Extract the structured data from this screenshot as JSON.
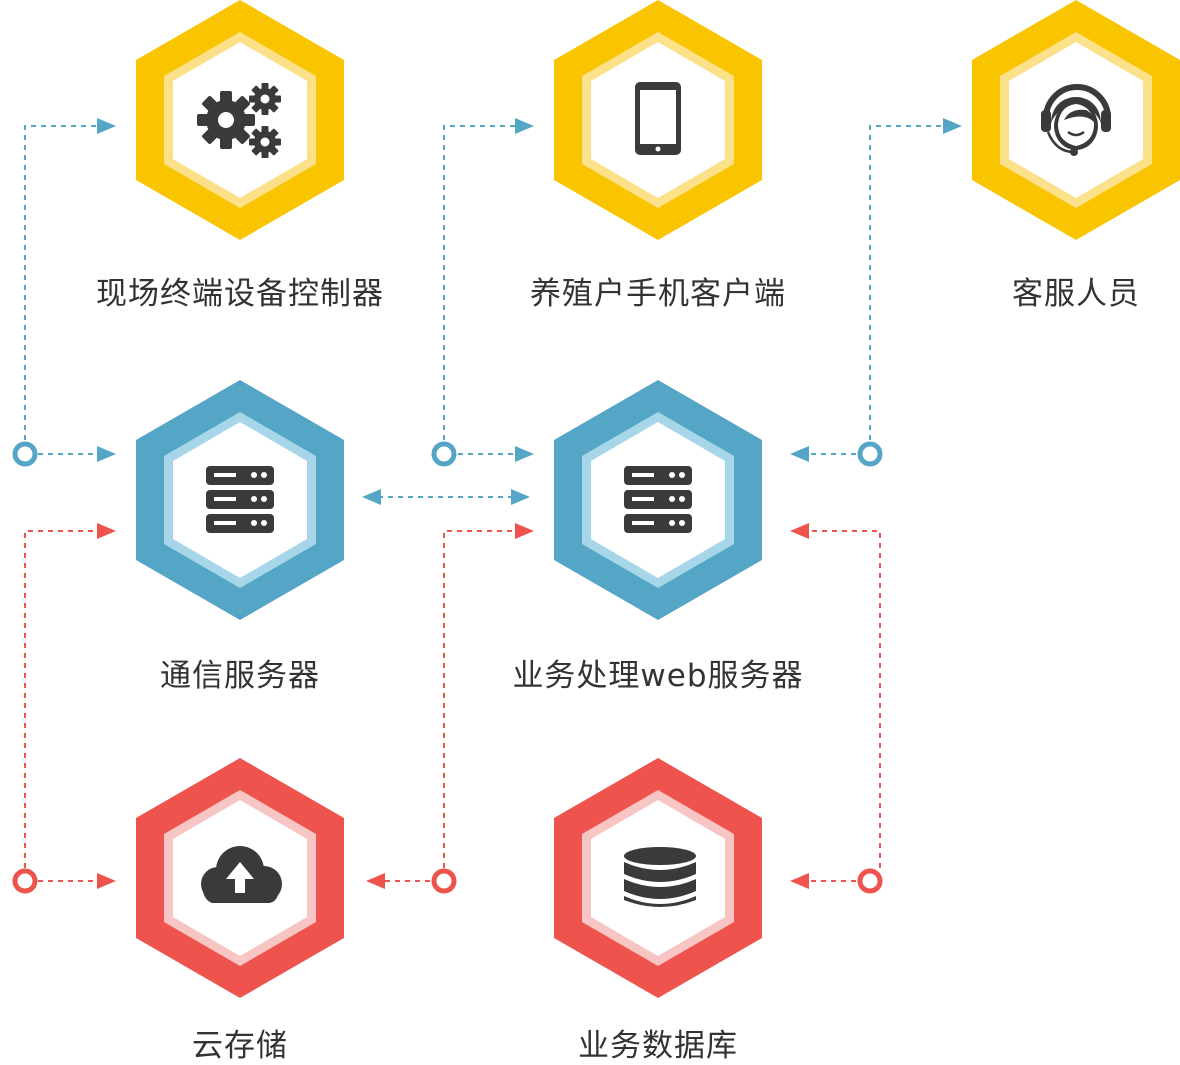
{
  "colors": {
    "yellow": "#f9c400",
    "yellow_light": "#fbe18a",
    "blue": "#55a5c6",
    "blue_light": "#a7d6e9",
    "red": "#ee534e",
    "red_light": "#f7c6c4",
    "icon": "#3a3a3a",
    "label": "#333333"
  },
  "nodes": [
    {
      "id": "controller",
      "label": "现场终端设备控制器",
      "icon": "gears-icon",
      "color": "yellow"
    },
    {
      "id": "mobile",
      "label": "养殖户手机客户端",
      "icon": "smartphone-icon",
      "color": "yellow"
    },
    {
      "id": "service",
      "label": "客服人员",
      "icon": "headset-agent-icon",
      "color": "yellow"
    },
    {
      "id": "comm",
      "label": "通信服务器",
      "icon": "server-icon",
      "color": "blue"
    },
    {
      "id": "web",
      "label": "业务处理web服务器",
      "icon": "server-icon",
      "color": "blue"
    },
    {
      "id": "cloud",
      "label": "云存储",
      "icon": "cloud-upload-icon",
      "color": "red"
    },
    {
      "id": "db",
      "label": "业务数据库",
      "icon": "database-icon",
      "color": "red"
    }
  ],
  "connections": [
    {
      "from": "comm",
      "to": "controller",
      "color": "blue"
    },
    {
      "from": "web",
      "to": "mobile",
      "color": "blue"
    },
    {
      "from": "web",
      "to": "service",
      "color": "blue"
    },
    {
      "from": "comm",
      "to": "web",
      "color": "blue",
      "bidirectional": true
    },
    {
      "from": "cloud",
      "to": "comm",
      "color": "red"
    },
    {
      "from": "cloud",
      "to": "web",
      "color": "red"
    },
    {
      "from": "db",
      "to": "web",
      "color": "red"
    }
  ]
}
